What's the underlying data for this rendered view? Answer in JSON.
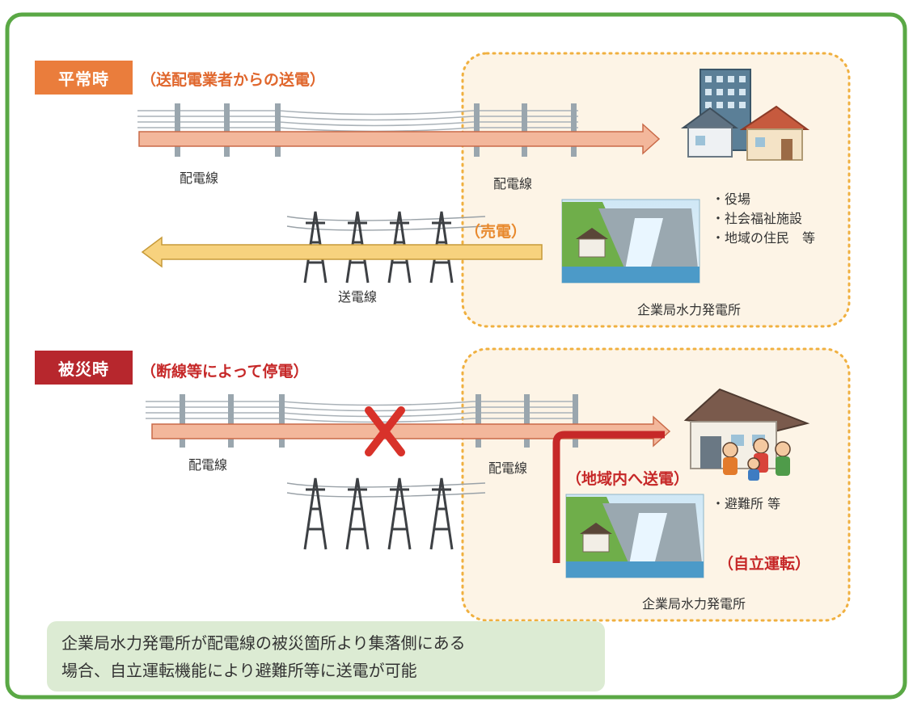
{
  "normal": {
    "tag": "平常時",
    "subtitle": "（送配電業者からの送電）",
    "dist_line_left": "配電線",
    "dist_line_right": "配電線",
    "sell_label": "（売電）",
    "transmission_line": "送電線",
    "facilities": [
      "・役場",
      "・社会福祉施設",
      "・地域の住民　等"
    ],
    "plant_label": "企業局水力発電所"
  },
  "disaster": {
    "tag": "被災時",
    "subtitle": "（断線等によって停電）",
    "dist_line_left": "配電線",
    "dist_line_right": "配電線",
    "local_supply": "（地域内へ送電）",
    "shelter": "・避難所 等",
    "independent": "（自立運転）",
    "plant_label": "企業局水力発電所"
  },
  "note": {
    "line1": "企業局水力発電所が配電線の被災箇所より集落側にある",
    "line2": "場合、自立運転機能により避難所等に送電が可能"
  },
  "colors": {
    "frame": "#5aa845",
    "normal_tag": "#ea7d3c",
    "disaster_tag": "#b7272d",
    "arrow_pink": "#f3b79b",
    "arrow_yellow": "#f7d27e",
    "supply_red": "#c62828",
    "region_fill": "#fdf4e6",
    "region_border": "#f0b040"
  }
}
